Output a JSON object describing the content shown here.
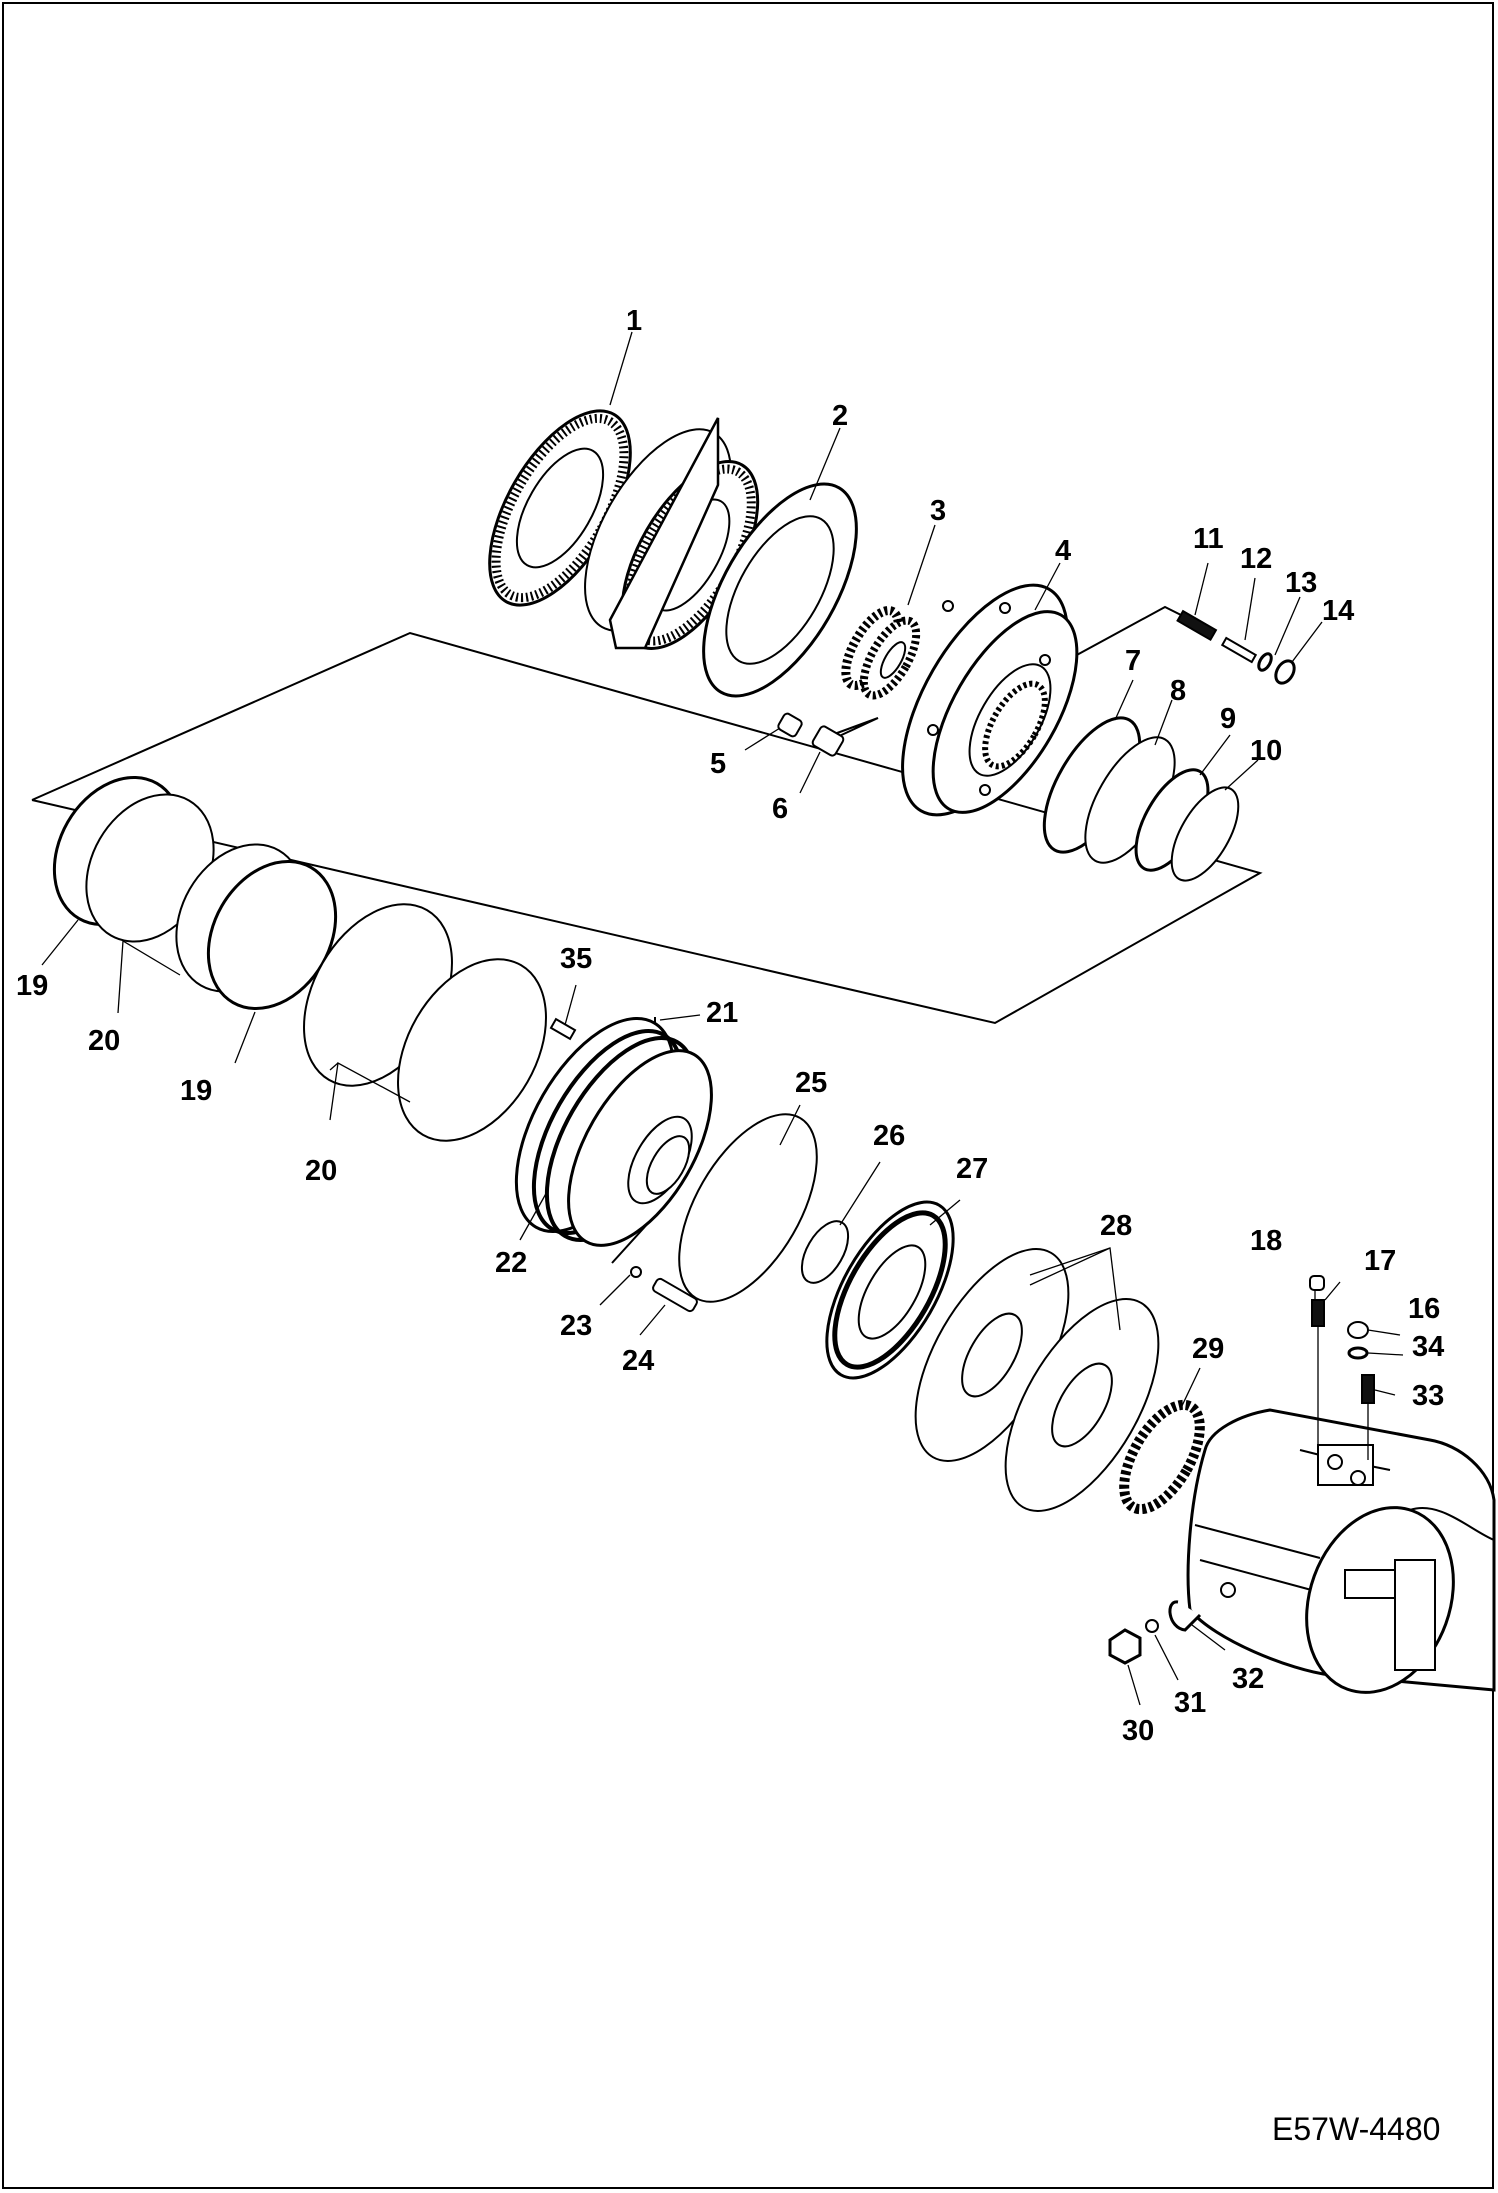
{
  "diagram": {
    "drawing_code": "E57W-4480",
    "callouts": [
      "1",
      "2",
      "3",
      "4",
      "5",
      "6",
      "7",
      "8",
      "9",
      "10",
      "11",
      "12",
      "13",
      "14",
      "16",
      "17",
      "18",
      "19",
      "20",
      "21",
      "22",
      "23",
      "24",
      "25",
      "26",
      "27",
      "28",
      "29",
      "30",
      "31",
      "32",
      "33",
      "34",
      "35"
    ]
  }
}
